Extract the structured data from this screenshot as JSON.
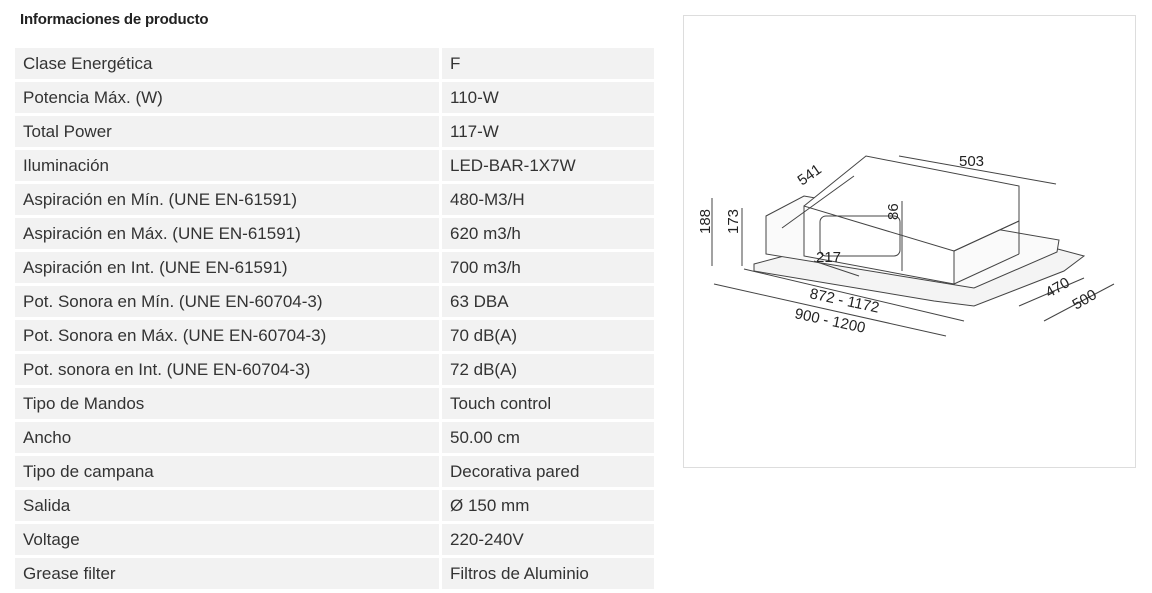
{
  "section_title": "Informaciones de producto",
  "specs": [
    {
      "label": "Clase Energética",
      "value": "F"
    },
    {
      "label": "Potencia Máx. (W)",
      "value": "110-W"
    },
    {
      "label": "Total Power",
      "value": "117-W"
    },
    {
      "label": "Iluminación",
      "value": "LED-BAR-1X7W"
    },
    {
      "label": "Aspiración en Mín. (UNE EN-61591)",
      "value": "480-M3/H"
    },
    {
      "label": "Aspiración en Máx. (UNE EN-61591)",
      "value": "620 m3/h"
    },
    {
      "label": "Aspiración en Int. (UNE EN-61591)",
      "value": "700 m3/h"
    },
    {
      "label": "Pot. Sonora en Mín. (UNE EN-60704-3)",
      "value": "63 DBA"
    },
    {
      "label": "Pot. Sonora en Máx. (UNE EN-60704-3)",
      "value": "70 dB(A)"
    },
    {
      "label": "Pot. sonora en Int. (UNE EN-60704-3)",
      "value": "72 dB(A)"
    },
    {
      "label": "Tipo de Mandos",
      "value": "Touch control"
    },
    {
      "label": "Ancho",
      "value": "50.00 cm"
    },
    {
      "label": "Tipo de campana",
      "value": "Decorativa pared"
    },
    {
      "label": "Salida",
      "value": "Ø 150 mm"
    },
    {
      "label": "Voltage",
      "value": "220-240V"
    },
    {
      "label": "Grease filter",
      "value": "Filtros de Aluminio"
    }
  ],
  "drawing": {
    "dimensions": [
      "503",
      "541",
      "188",
      "173",
      "86",
      "217",
      "872 - 1172",
      "900 - 1200",
      "470",
      "500"
    ]
  }
}
